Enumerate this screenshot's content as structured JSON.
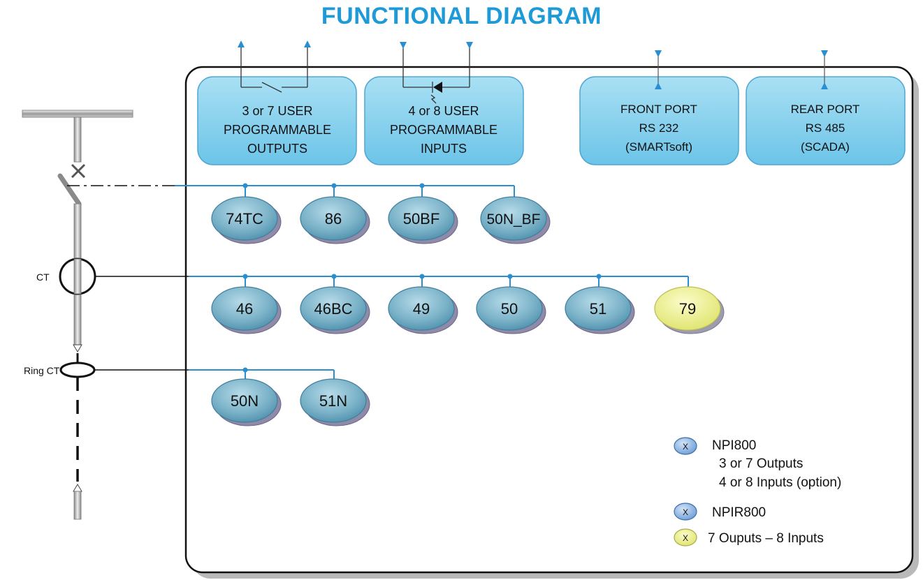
{
  "title": "FUNCTIONAL DIAGRAM",
  "colors": {
    "title": "#1e9ad6",
    "line": "#2a8fd0",
    "box_fill": "#8fd3ef",
    "relay_fill": "#7eb5cc",
    "option_fill": "#e9ec8a"
  },
  "io_boxes": [
    {
      "lines": [
        "3 or 7 USER",
        "PROGRAMMABLE",
        "OUTPUTS"
      ]
    },
    {
      "lines": [
        "4 or 8 USER",
        "PROGRAMMABLE",
        "INPUTS"
      ]
    },
    {
      "lines": [
        "FRONT PORT",
        "RS 232",
        "(SMARTsoft)"
      ]
    },
    {
      "lines": [
        "REAR PORT",
        "RS 485",
        "(SCADA)"
      ]
    }
  ],
  "rows": [
    {
      "functions": [
        {
          "code": "74TC"
        },
        {
          "code": "86"
        },
        {
          "code": "50BF"
        },
        {
          "code": "50N_BF"
        }
      ]
    },
    {
      "functions": [
        {
          "code": "46"
        },
        {
          "code": "46BC"
        },
        {
          "code": "49"
        },
        {
          "code": "50"
        },
        {
          "code": "51"
        },
        {
          "code": "79",
          "option": true
        }
      ]
    },
    {
      "functions": [
        {
          "code": "50N"
        },
        {
          "code": "51N"
        }
      ]
    }
  ],
  "labels": {
    "ct": "CT",
    "ring_ct": "Ring CT"
  },
  "legend": [
    {
      "marker": "X",
      "kind": "relay",
      "lines": [
        "NPI800",
        "3 or 7 Outputs",
        "4 or 8 Inputs (option)"
      ]
    },
    {
      "marker": "X",
      "kind": "relay",
      "lines": [
        "NPIR800"
      ]
    },
    {
      "marker": "X",
      "kind": "option",
      "lines": [
        "7 Ouputs – 8 Inputs"
      ]
    }
  ]
}
